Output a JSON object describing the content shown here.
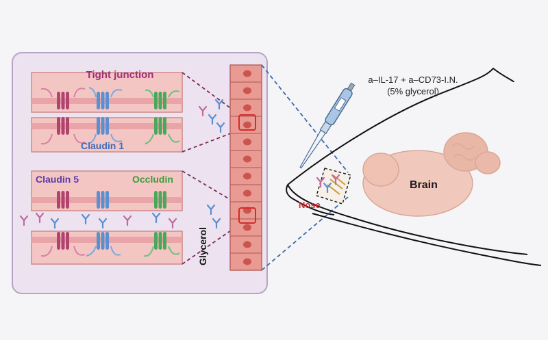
{
  "labels": {
    "tight_junction": "Tight junction",
    "claudin1": "Claudin 1",
    "claudin5": "Claudin 5",
    "occludin": "Occludin",
    "glycerol": "Glycerol",
    "drug_line1": "a–IL-17 + a–CD73-I.N.",
    "drug_line2": "(5% glycerol)",
    "brain": "Brain",
    "nose": "Nose"
  },
  "colors": {
    "claudin5_protein": "#b0446e",
    "claudin1_protein": "#5a8fd0",
    "occludin_protein": "#4aa85a",
    "membrane_band": "#e8a4a6",
    "panel_background": "#ede3f0",
    "cell_fill": "#e99a92",
    "nucleus_fill": "#c9554e",
    "brain_fill": "#f0c9bc",
    "highlight_box": "#d42a2a",
    "dashed_connector_purple": "#7a2a5a",
    "dashed_connector_blue": "#3a6aa8",
    "pipette_body": "#a9c6e4"
  },
  "icons": [
    "antibody-y-icon",
    "pipette-icon",
    "brain-icon",
    "mouse-head-outline-icon",
    "epithelial-cell-column-icon"
  ]
}
